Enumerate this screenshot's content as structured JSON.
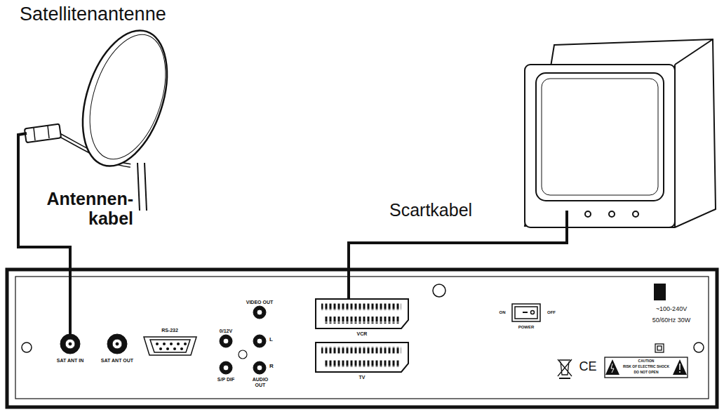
{
  "diagram": {
    "labels": [
      "Satellitenantenne",
      "Antennen- kabel",
      "Scartkabel",
      "SAT ANT IN",
      "SAT ANT OUT",
      "RS-232",
      "VIDEO OUT",
      "0/12V",
      "L",
      "R",
      "S/P DIF",
      "AUDIO OUT",
      "VCR",
      "TV",
      "ON",
      "OFF",
      "POWER",
      "~100-240V",
      "50/60Hz 30W",
      "CE",
      "CAUTION",
      "RISK OF ELECTRIC SHOCK",
      "DO NOT OPEN"
    ]
  }
}
